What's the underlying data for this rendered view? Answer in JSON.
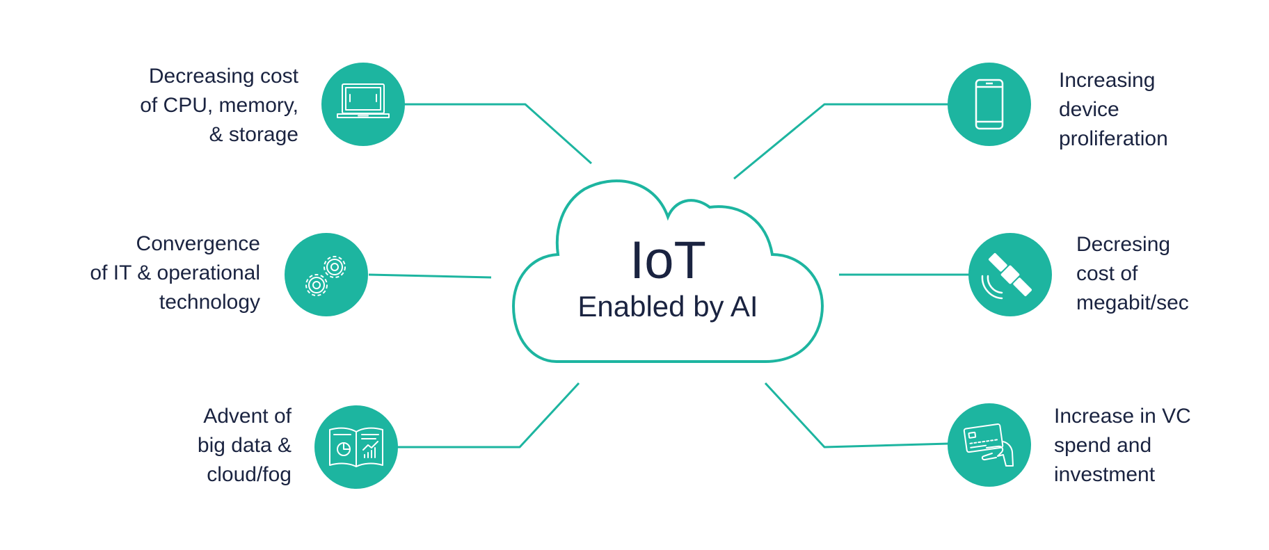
{
  "colors": {
    "accent": "#1db5a0",
    "text": "#1a2340",
    "background": "#ffffff",
    "icon_stroke": "#ffffff"
  },
  "center": {
    "title": "IoT",
    "subtitle": "Enabled by AI"
  },
  "drivers": [
    {
      "icon": "laptop-icon",
      "lines": [
        "Decreasing cost",
        "of CPU, memory,",
        "& storage"
      ]
    },
    {
      "icon": "gears-icon",
      "lines": [
        "Convergence",
        "of IT & operational",
        "technology"
      ]
    },
    {
      "icon": "report-book-icon",
      "lines": [
        "Advent of",
        "big data &",
        "cloud/fog"
      ]
    },
    {
      "icon": "smartphone-icon",
      "lines": [
        "Increasing",
        "device",
        "proliferation"
      ]
    },
    {
      "icon": "satellite-icon",
      "lines": [
        "Decresing",
        "cost of",
        "megabit/sec"
      ]
    },
    {
      "icon": "card-payment-icon",
      "lines": [
        "Increase in VC",
        "spend and",
        "investment"
      ]
    }
  ]
}
